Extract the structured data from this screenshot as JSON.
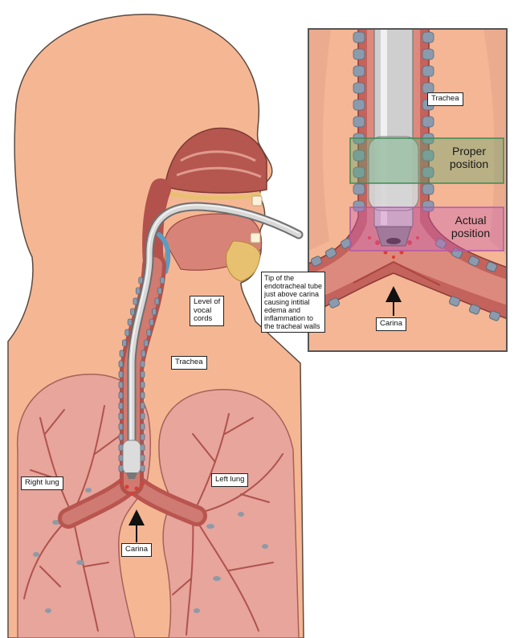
{
  "labels": {
    "inset_trachea": "Trachea",
    "proper_position": "Proper\nposition",
    "actual_position": "Actual\nposition",
    "inset_carina": "Carina",
    "tube_tip": "Tip of the\nendotracheal tube\njust above carina\ncausing intitial\nedema and\ninflammation to\nthe tracheal walls",
    "vocal_cords": "Level of\nvocal\ncords",
    "trachea": "Trachea",
    "right_lung": "Right lung",
    "left_lung": "Left lung",
    "carina": "Carina"
  },
  "colors": {
    "skin": "#f5b793",
    "lung": "#e7a59c",
    "airway_wall": "#b9554f",
    "cartilage": "#8b9bad",
    "tube": "#cfcfcf",
    "proper_zone": "#3f8a55",
    "actual_zone": "#b05aa8"
  }
}
